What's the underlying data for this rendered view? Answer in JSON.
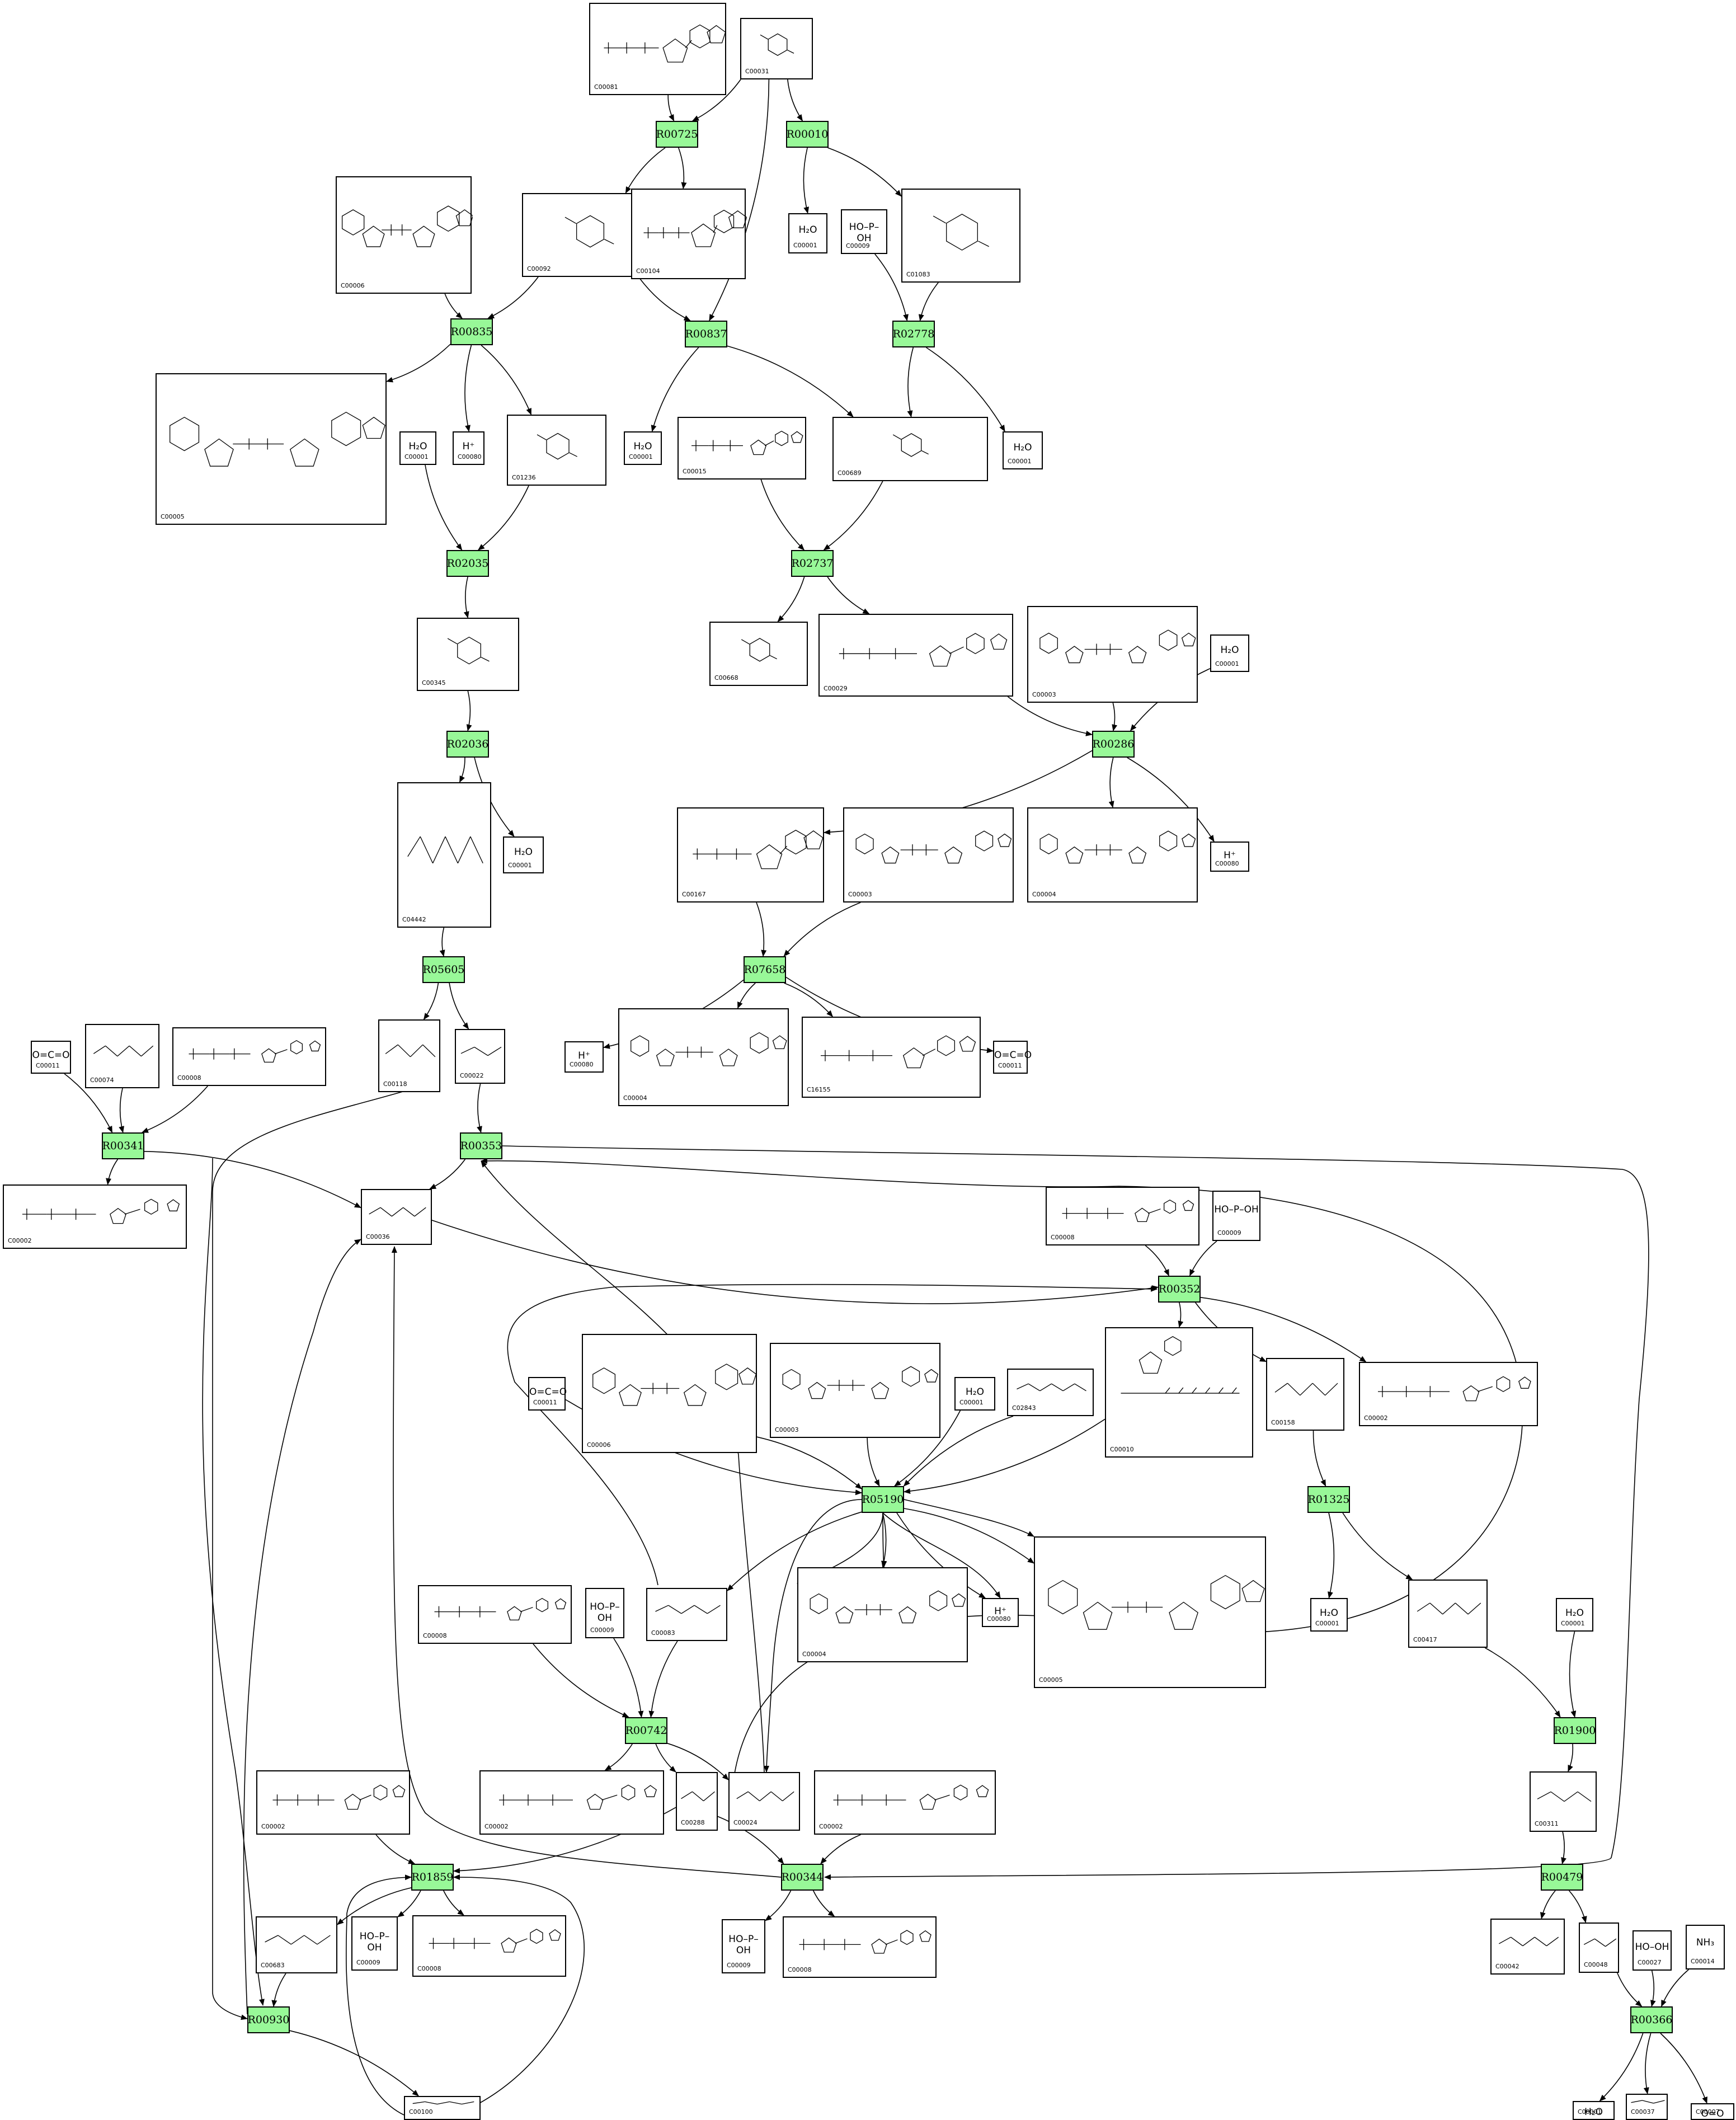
{
  "colors": {
    "reaction_fill": "#98f898",
    "edge": "#000000",
    "node_border": "#000000"
  },
  "reactions": [
    {
      "id": "R00725",
      "label": "R00725"
    },
    {
      "id": "R00010",
      "label": "R00010"
    },
    {
      "id": "R00835",
      "label": "R00835"
    },
    {
      "id": "R00837",
      "label": "R00837"
    },
    {
      "id": "R02778",
      "label": "R02778"
    },
    {
      "id": "R02035",
      "label": "R02035"
    },
    {
      "id": "R02737",
      "label": "R02737"
    },
    {
      "id": "R02036",
      "label": "R02036"
    },
    {
      "id": "R00286",
      "label": "R00286"
    },
    {
      "id": "R05605",
      "label": "R05605"
    },
    {
      "id": "R07658",
      "label": "R07658"
    },
    {
      "id": "R00341",
      "label": "R00341"
    },
    {
      "id": "R00353",
      "label": "R00353"
    },
    {
      "id": "R00352",
      "label": "R00352"
    },
    {
      "id": "R05190",
      "label": "R05190"
    },
    {
      "id": "R01325",
      "label": "R01325"
    },
    {
      "id": "R01900",
      "label": "R01900"
    },
    {
      "id": "R00742",
      "label": "R00742"
    },
    {
      "id": "R01859",
      "label": "R01859"
    },
    {
      "id": "R00344",
      "label": "R00344"
    },
    {
      "id": "R00479",
      "label": "R00479"
    },
    {
      "id": "R00930",
      "label": "R00930"
    },
    {
      "id": "R00366",
      "label": "R00366"
    }
  ],
  "compounds": [
    {
      "key": "c1",
      "id": "C00081",
      "kind": "nucleotide"
    },
    {
      "key": "c2",
      "id": "C00031",
      "kind": "sugar"
    },
    {
      "key": "c3",
      "id": "C00006",
      "kind": "nad"
    },
    {
      "key": "c4",
      "id": "C00092",
      "kind": "sugar"
    },
    {
      "key": "c5",
      "id": "C00104",
      "kind": "nucleotide"
    },
    {
      "key": "c6",
      "id": "C00001",
      "kind": "small",
      "formula": "H₂O"
    },
    {
      "key": "c7",
      "id": "C00009",
      "kind": "small",
      "formula": "HO–P–OH"
    },
    {
      "key": "c8",
      "id": "C01083",
      "kind": "sugar"
    },
    {
      "key": "c9",
      "id": "C00005",
      "kind": "nad"
    },
    {
      "key": "c10",
      "id": "C00001",
      "kind": "small",
      "formula": "H₂O"
    },
    {
      "key": "c11",
      "id": "C00080",
      "kind": "small",
      "formula": "H⁺"
    },
    {
      "key": "c12",
      "id": "C01236",
      "kind": "sugar"
    },
    {
      "key": "c13",
      "id": "C00001",
      "kind": "small",
      "formula": "H₂O"
    },
    {
      "key": "c14",
      "id": "C00015",
      "kind": "nucleotide"
    },
    {
      "key": "c15",
      "id": "C00689",
      "kind": "sugar"
    },
    {
      "key": "c16",
      "id": "C00001",
      "kind": "small",
      "formula": "H₂O"
    },
    {
      "key": "c17",
      "id": "C00345",
      "kind": "sugar"
    },
    {
      "key": "c18",
      "id": "C00668",
      "kind": "sugar"
    },
    {
      "key": "c19",
      "id": "C00029",
      "kind": "nucleotide"
    },
    {
      "key": "c20",
      "id": "C00003",
      "kind": "nad"
    },
    {
      "key": "c21",
      "id": "C00001",
      "kind": "small",
      "formula": "H₂O"
    },
    {
      "key": "c22",
      "id": "C04442",
      "kind": "chain"
    },
    {
      "key": "c23",
      "id": "C00001",
      "kind": "small",
      "formula": "H₂O"
    },
    {
      "key": "c24",
      "id": "C00167",
      "kind": "nucleotide"
    },
    {
      "key": "c25",
      "id": "C00003",
      "kind": "nad"
    },
    {
      "key": "c26",
      "id": "C00004",
      "kind": "nad"
    },
    {
      "key": "c27",
      "id": "C00080",
      "kind": "small",
      "formula": "H⁺"
    },
    {
      "key": "c28",
      "id": "C00118",
      "kind": "chain"
    },
    {
      "key": "c29",
      "id": "C00022",
      "kind": "chain"
    },
    {
      "key": "c30",
      "id": "C00080",
      "kind": "small",
      "formula": "H⁺"
    },
    {
      "key": "c31",
      "id": "C00004",
      "kind": "nad"
    },
    {
      "key": "c32",
      "id": "C16155",
      "kind": "nucleotide"
    },
    {
      "key": "c33",
      "id": "C00011",
      "kind": "small",
      "formula": "O=C=O"
    },
    {
      "key": "c34",
      "id": "C00011",
      "kind": "small",
      "formula": "O=C=O"
    },
    {
      "key": "c35",
      "id": "C00074",
      "kind": "chain"
    },
    {
      "key": "c36",
      "id": "C00008",
      "kind": "nucleotide"
    },
    {
      "key": "c37",
      "id": "C00002",
      "kind": "nucleotide"
    },
    {
      "key": "c38",
      "id": "C00036",
      "kind": "chain"
    },
    {
      "key": "c39",
      "id": "C00008",
      "kind": "nucleotide"
    },
    {
      "key": "c40",
      "id": "C00009",
      "kind": "small",
      "formula": "HO–P–OH"
    },
    {
      "key": "c41",
      "id": "C00011",
      "kind": "small",
      "formula": "O=C=O"
    },
    {
      "key": "c42",
      "id": "C00006",
      "kind": "nad"
    },
    {
      "key": "c43",
      "id": "C00003",
      "kind": "nad"
    },
    {
      "key": "c44",
      "id": "C00001",
      "kind": "small",
      "formula": "H₂O"
    },
    {
      "key": "c45",
      "id": "C02843",
      "kind": "chain"
    },
    {
      "key": "c46",
      "id": "C00010",
      "kind": "coa"
    },
    {
      "key": "c47",
      "id": "C00158",
      "kind": "chain"
    },
    {
      "key": "c48",
      "id": "C00002",
      "kind": "nucleotide"
    },
    {
      "key": "c49",
      "id": "C00008",
      "kind": "nucleotide"
    },
    {
      "key": "c50",
      "id": "C00009",
      "kind": "small",
      "formula": "HO–P–OH"
    },
    {
      "key": "c51",
      "id": "C00083",
      "kind": "chain"
    },
    {
      "key": "c52",
      "id": "C00004",
      "kind": "nad"
    },
    {
      "key": "c53",
      "id": "C00080",
      "kind": "small",
      "formula": "H⁺"
    },
    {
      "key": "c54",
      "id": "C00005",
      "kind": "nad"
    },
    {
      "key": "c55",
      "id": "C00001",
      "kind": "small",
      "formula": "H₂O"
    },
    {
      "key": "c56",
      "id": "C00417",
      "kind": "chain"
    },
    {
      "key": "c57",
      "id": "C00001",
      "kind": "small",
      "formula": "H₂O"
    },
    {
      "key": "c58",
      "id": "C00002",
      "kind": "nucleotide"
    },
    {
      "key": "c59",
      "id": "C00002",
      "kind": "nucleotide"
    },
    {
      "key": "c60",
      "id": "C00288",
      "kind": "chain"
    },
    {
      "key": "c61",
      "id": "C00024",
      "kind": "chain"
    },
    {
      "key": "c62",
      "id": "C00002",
      "kind": "nucleotide"
    },
    {
      "key": "c63",
      "id": "C00311",
      "kind": "chain"
    },
    {
      "key": "c64",
      "id": "C00683",
      "kind": "chain"
    },
    {
      "key": "c65",
      "id": "C00009",
      "kind": "small",
      "formula": "HO–P–OH"
    },
    {
      "key": "c66",
      "id": "C00008",
      "kind": "nucleotide"
    },
    {
      "key": "c67",
      "id": "C00009",
      "kind": "small",
      "formula": "HO–P–OH"
    },
    {
      "key": "c68",
      "id": "C00008",
      "kind": "nucleotide"
    },
    {
      "key": "c69",
      "id": "C00042",
      "kind": "chain"
    },
    {
      "key": "c70",
      "id": "C00048",
      "kind": "chain"
    },
    {
      "key": "c71",
      "id": "C00027",
      "kind": "small",
      "formula": "HO–OH"
    },
    {
      "key": "c72",
      "id": "C00014",
      "kind": "small",
      "formula": "NH₃"
    },
    {
      "key": "c73",
      "id": "C00100",
      "kind": "chain"
    },
    {
      "key": "c74",
      "id": "C00001",
      "kind": "small",
      "formula": "H₂O"
    },
    {
      "key": "c75",
      "id": "C00037",
      "kind": "chain"
    },
    {
      "key": "c76",
      "id": "C00007",
      "kind": "small",
      "formula": "O=O"
    }
  ]
}
